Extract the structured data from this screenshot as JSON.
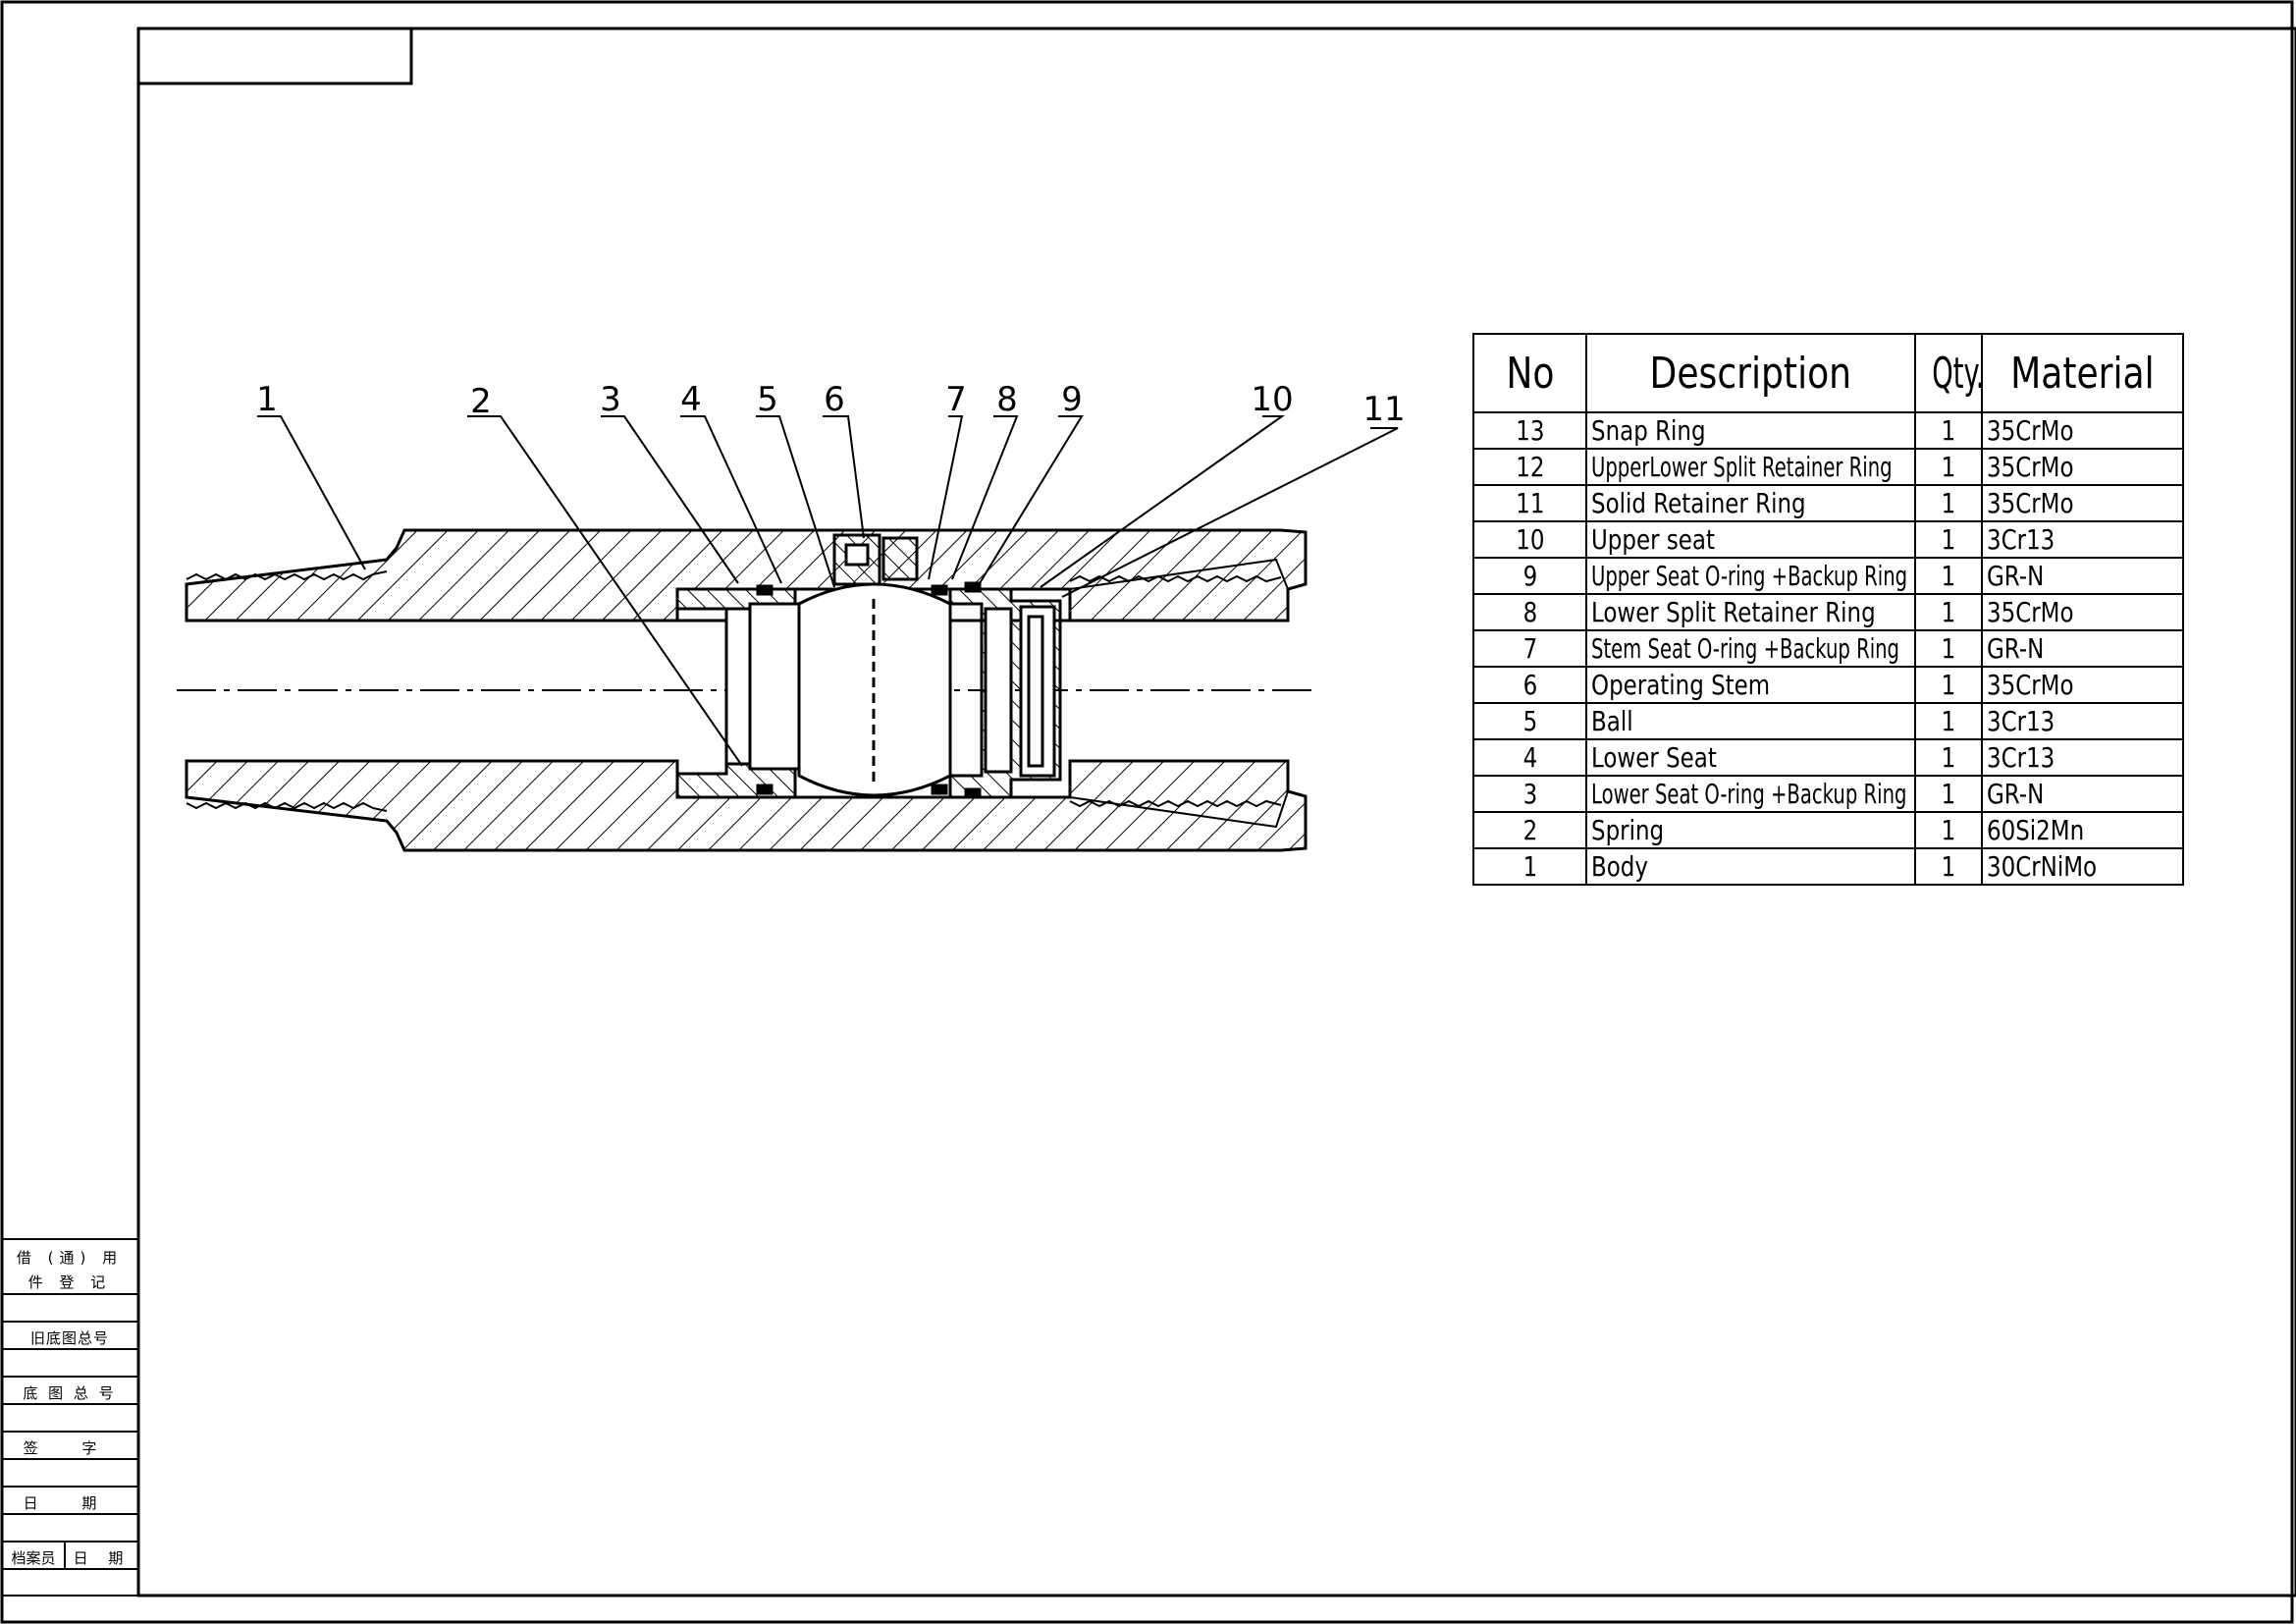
{
  "drawing": {
    "balloons": [
      "1",
      "2",
      "3",
      "4",
      "5",
      "6",
      "7",
      "8",
      "9",
      "10",
      "11"
    ]
  },
  "bom": {
    "headers": {
      "no": "No",
      "description": "Description",
      "qty": "Qty.",
      "material": "Material"
    },
    "rows": [
      {
        "no": "13",
        "description": "Snap Ring",
        "qty": "1",
        "material": "35CrMo"
      },
      {
        "no": "12",
        "description": "UpperLower Split Retainer Ring",
        "qty": "1",
        "material": "35CrMo"
      },
      {
        "no": "11",
        "description": "Solid Retainer Ring",
        "qty": "1",
        "material": "35CrMo"
      },
      {
        "no": "10",
        "description": "Upper seat",
        "qty": "1",
        "material": "3Cr13"
      },
      {
        "no": "9",
        "description": "Upper Seat O-ring +Backup Ring",
        "qty": "1",
        "material": "GR-N"
      },
      {
        "no": "8",
        "description": "Lower Split Retainer Ring",
        "qty": "1",
        "material": "35CrMo"
      },
      {
        "no": "7",
        "description": "Stem Seat O-ring +Backup Ring",
        "qty": "1",
        "material": "GR-N"
      },
      {
        "no": "6",
        "description": "Operating Stem",
        "qty": "1",
        "material": "35CrMo"
      },
      {
        "no": "5",
        "description": "Ball",
        "qty": "1",
        "material": "3Cr13"
      },
      {
        "no": "4",
        "description": "Lower Seat",
        "qty": "1",
        "material": "3Cr13"
      },
      {
        "no": "3",
        "description": "Lower Seat O-ring +Backup Ring",
        "qty": "1",
        "material": "GR-N"
      },
      {
        "no": "2",
        "description": "Spring",
        "qty": "1",
        "material": "60Si2Mn"
      },
      {
        "no": "1",
        "description": "Body",
        "qty": "1",
        "material": "30CrNiMo"
      }
    ]
  },
  "side_block": {
    "cells": [
      "借 (通) 用",
      "件 登 记",
      "旧底图总号",
      "底 图 总 号",
      "签 字",
      "日 期",
      "档案员",
      "日 期"
    ]
  }
}
